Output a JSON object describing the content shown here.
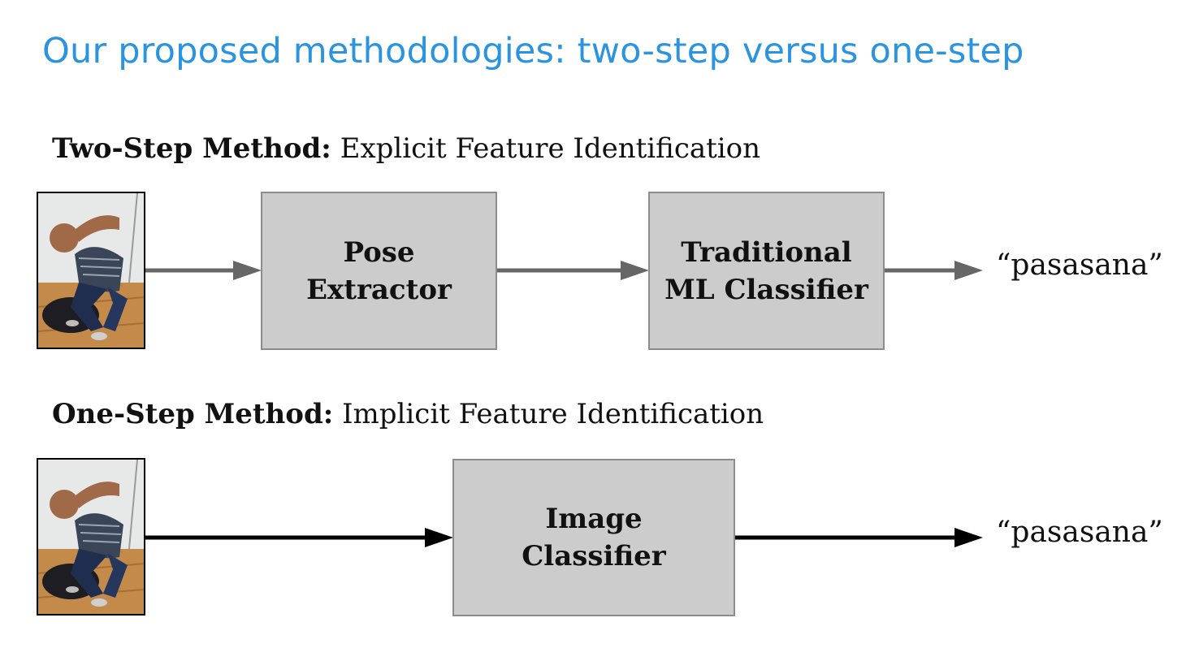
{
  "title": "Our proposed methodologies: two-step versus one-step",
  "two_step": {
    "heading_bold": "Two-Step Method:",
    "heading_rest": " Explicit Feature Identification",
    "box1_line1": "Pose",
    "box1_line2": "Extractor",
    "box2_line1": "Traditional",
    "box2_line2": "ML Classifier",
    "output": "“pasasana”"
  },
  "one_step": {
    "heading_bold": "One-Step Method:",
    "heading_rest": " Implicit Feature Identification",
    "box1_line1": "Image",
    "box1_line2": "Classifier",
    "output": "“pasasana”"
  },
  "colors": {
    "title": "#2b94e1",
    "box_fill": "#cccccc",
    "box_border": "#8c8c8c",
    "arrow_two_step": "#666666",
    "arrow_one_step": "#000000"
  },
  "images": {
    "photo_description_icon": "person-yoga-pose-photo"
  }
}
